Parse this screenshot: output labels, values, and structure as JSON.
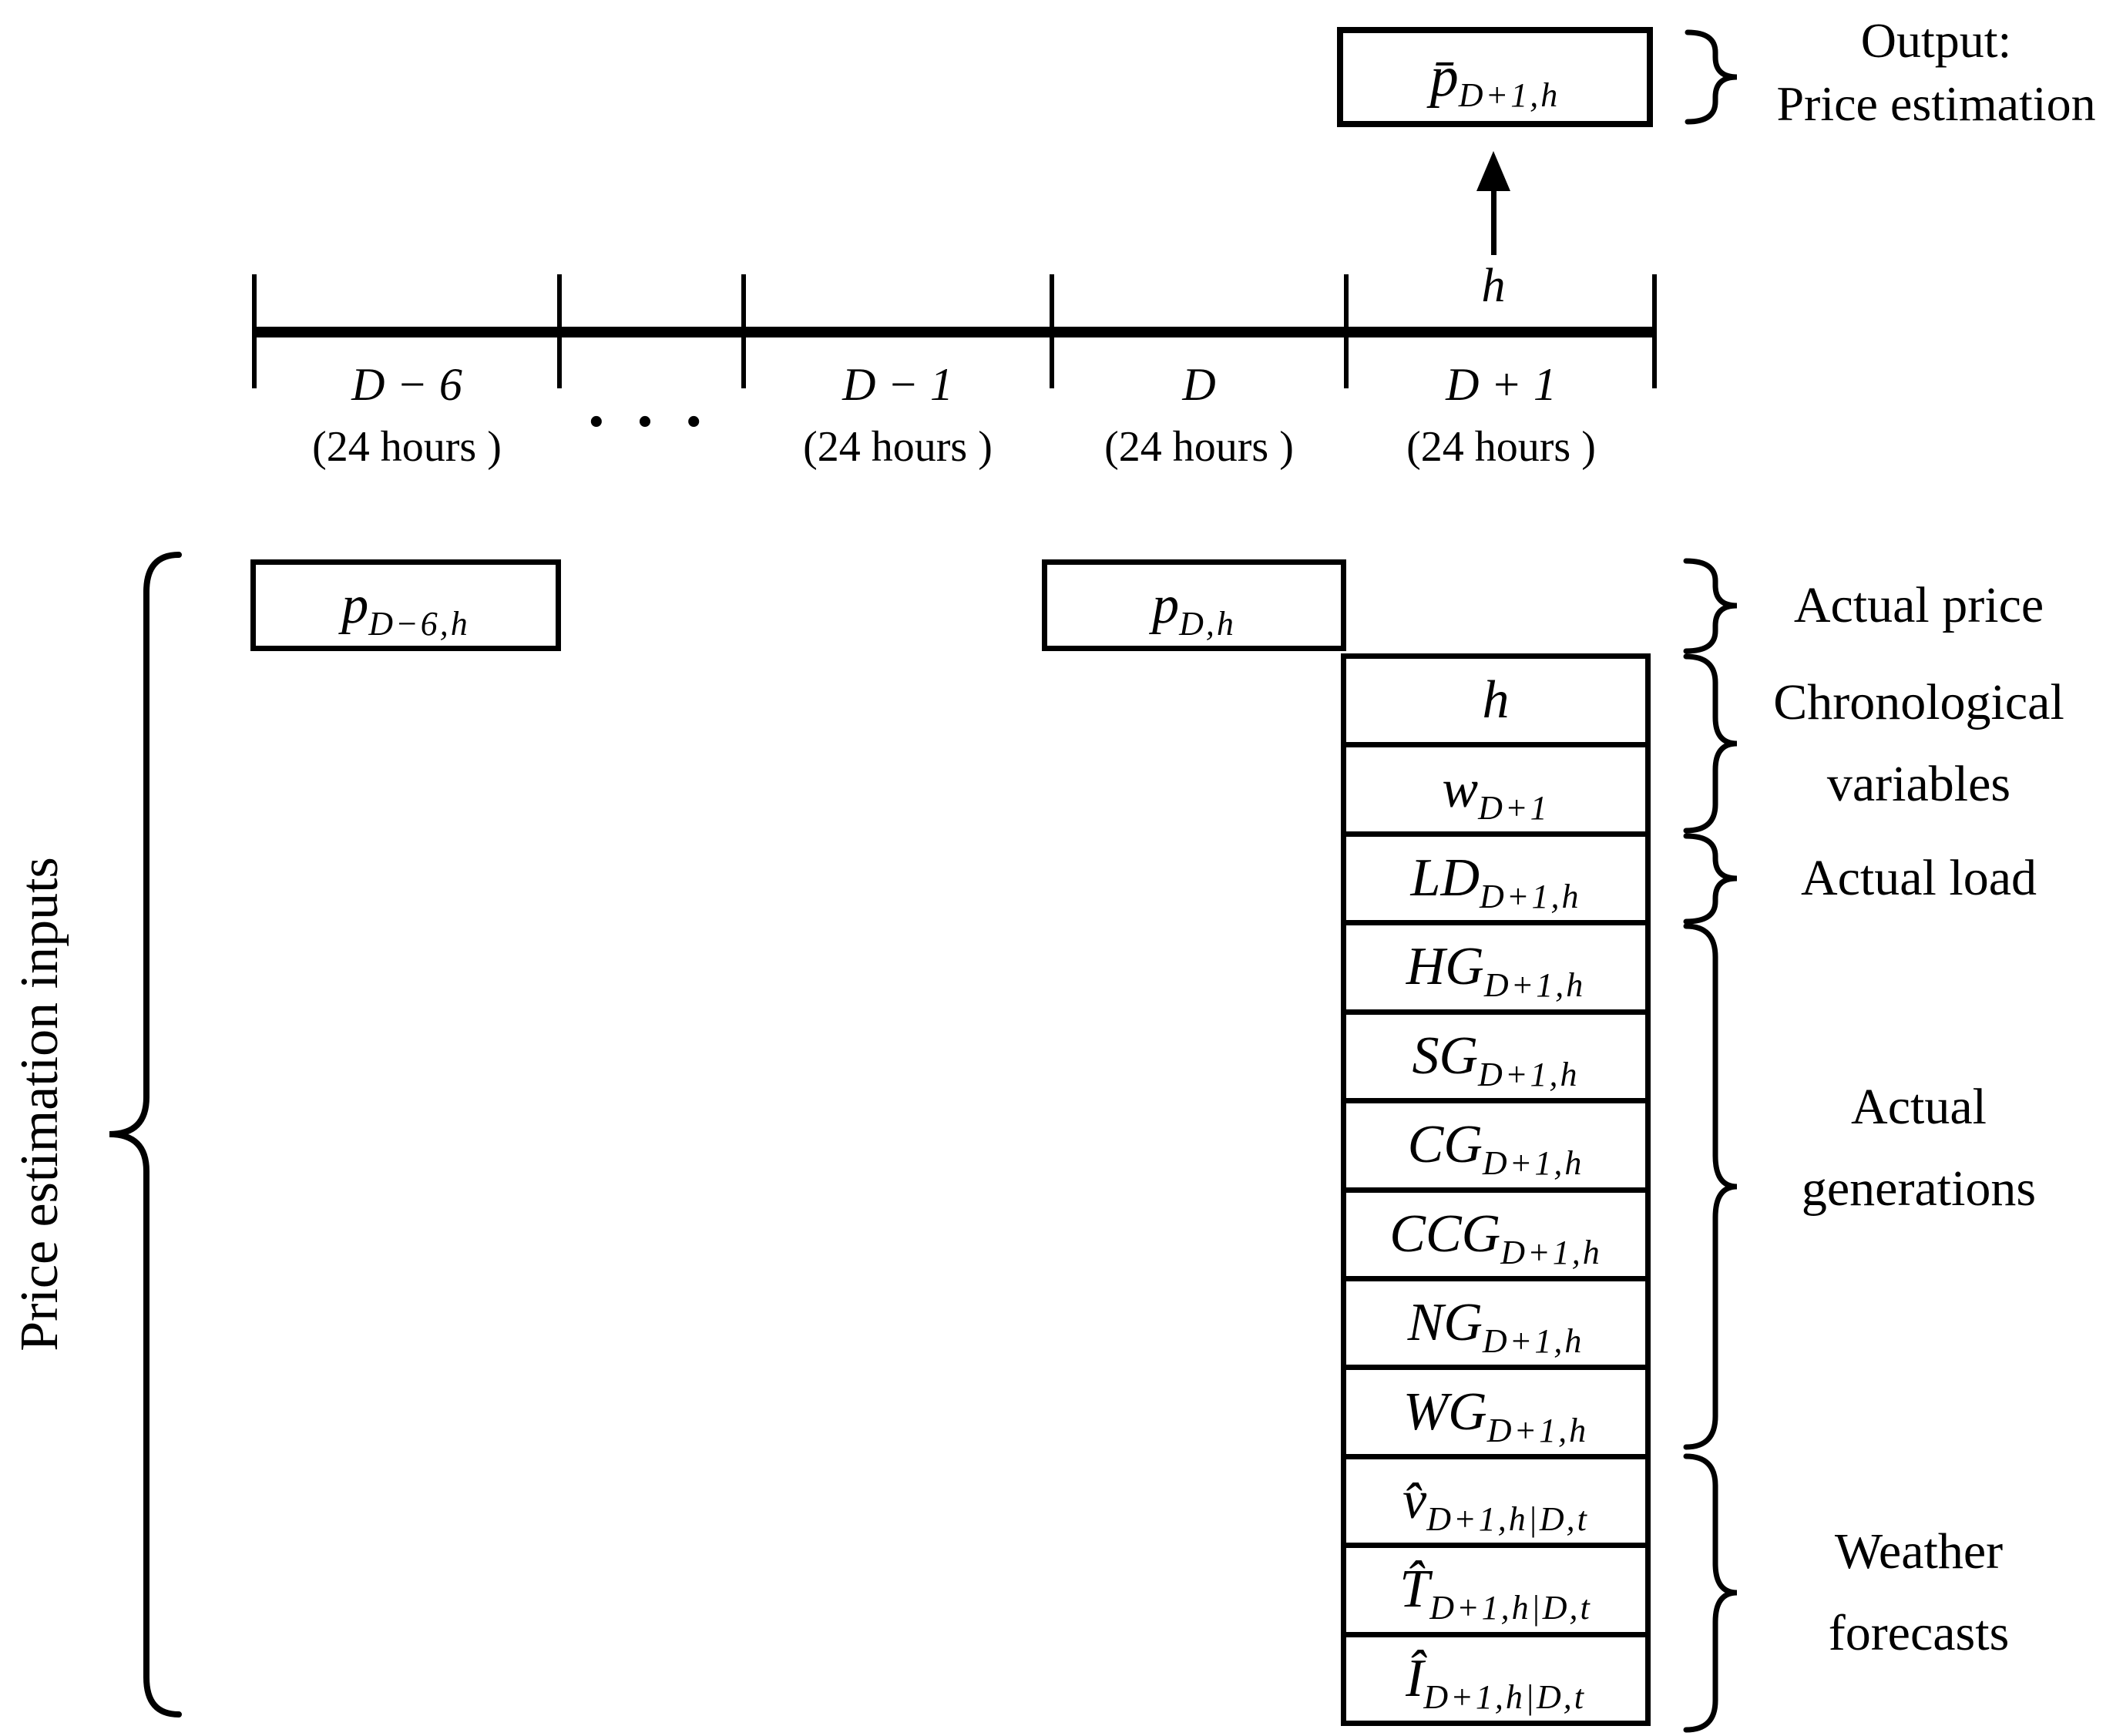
{
  "output": {
    "value": {
      "base": "p̄",
      "sub": "D+1,h"
    },
    "caption": [
      "Output:",
      "Price estimation"
    ]
  },
  "timeline": {
    "hour_label": "h",
    "ellipsis": "• • •",
    "segments": [
      {
        "name": "D − 6",
        "duration": "(24 hours )"
      },
      {
        "name": "D − 1",
        "duration": "(24 hours )"
      },
      {
        "name": "D",
        "duration": "(24 hours )"
      },
      {
        "name": "D + 1",
        "duration": "(24 hours )"
      }
    ]
  },
  "inputs": {
    "side_label": "Price estimation inputs",
    "history_boxes": [
      {
        "base": "p",
        "sub": "D−6,h"
      },
      {
        "base": "p",
        "sub": "D,h"
      }
    ],
    "stack_rows": [
      {
        "base": "h",
        "sub": ""
      },
      {
        "base": "w",
        "sub": "D+1"
      },
      {
        "base": "LD",
        "sub": "D+1,h"
      },
      {
        "base": "HG",
        "sub": "D+1,h"
      },
      {
        "base": "SG",
        "sub": "D+1,h"
      },
      {
        "base": "CG",
        "sub": "D+1,h"
      },
      {
        "base": "CCG",
        "sub": "D+1,h"
      },
      {
        "base": "NG",
        "sub": "D+1,h"
      },
      {
        "base": "WG",
        "sub": "D+1,h"
      },
      {
        "base": "v̂",
        "sub": "D+1,h|D,t"
      },
      {
        "base": "T̂",
        "sub": "D+1,h|D,t"
      },
      {
        "base": "Î",
        "sub": "D+1,h|D,t"
      }
    ],
    "groups": [
      {
        "lines": [
          "Actual price",
          ""
        ]
      },
      {
        "lines": [
          "Chronological",
          "variables"
        ]
      },
      {
        "lines": [
          "Actual load",
          ""
        ]
      },
      {
        "lines": [
          "Actual",
          "generations"
        ]
      },
      {
        "lines": [
          "Weather",
          "forecasts"
        ]
      }
    ]
  }
}
